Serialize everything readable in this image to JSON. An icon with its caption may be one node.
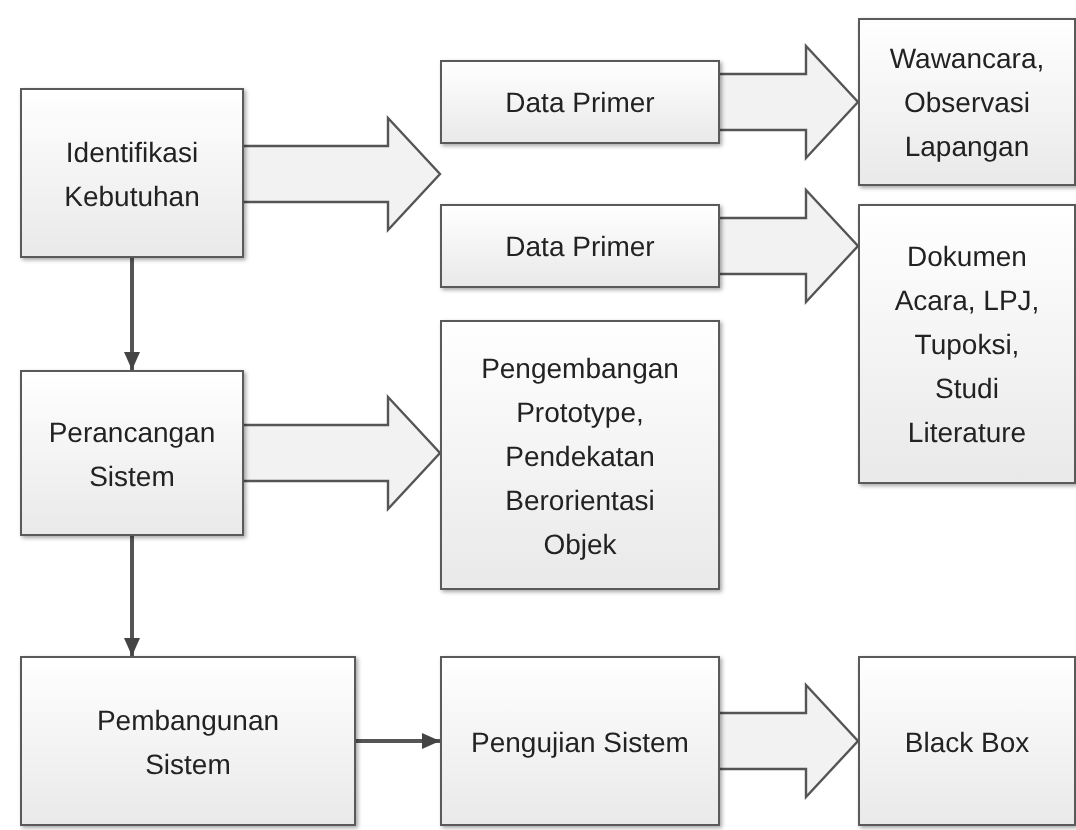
{
  "diagram": {
    "nodes": [
      {
        "text": [
          "Identifikasi Kebutuhan"
        ]
      },
      {
        "text": [
          "Data Primer"
        ]
      },
      {
        "text": [
          "Wawancara, Observasi Lapangan"
        ]
      },
      {
        "text": [
          "Data Primer"
        ]
      },
      {
        "text": [
          "Dokumen Acara, LPJ, Tupoksi, Studi Literature"
        ]
      },
      {
        "text": [
          "Perancangan Sistem"
        ]
      },
      {
        "text": [
          "Pengembangan Prototype, Pendekatan Berorientasi Objek"
        ]
      },
      {
        "text": [
          "Pembangunan Sistem"
        ]
      },
      {
        "text": [
          "Pengujian Sistem"
        ]
      },
      {
        "text": [
          "Black Box"
        ]
      }
    ],
    "edges": [
      {
        "from": 0,
        "to": 1,
        "arrow": "to",
        "style": "thick"
      },
      {
        "from": 0,
        "to": 3,
        "arrow": "to",
        "style": "thick"
      },
      {
        "from": 1,
        "to": 2,
        "arrow": "to",
        "style": "thick"
      },
      {
        "from": 3,
        "to": 4,
        "arrow": "to",
        "style": "thick"
      },
      {
        "from": 0,
        "to": 5,
        "arrow": "to"
      },
      {
        "from": 5,
        "to": 6,
        "arrow": "to",
        "style": "thick"
      },
      {
        "from": 5,
        "to": 7,
        "arrow": "to"
      },
      {
        "from": 7,
        "to": 8,
        "arrow": "to"
      },
      {
        "from": 8,
        "to": 9,
        "arrow": "to",
        "style": "thick"
      }
    ]
  }
}
